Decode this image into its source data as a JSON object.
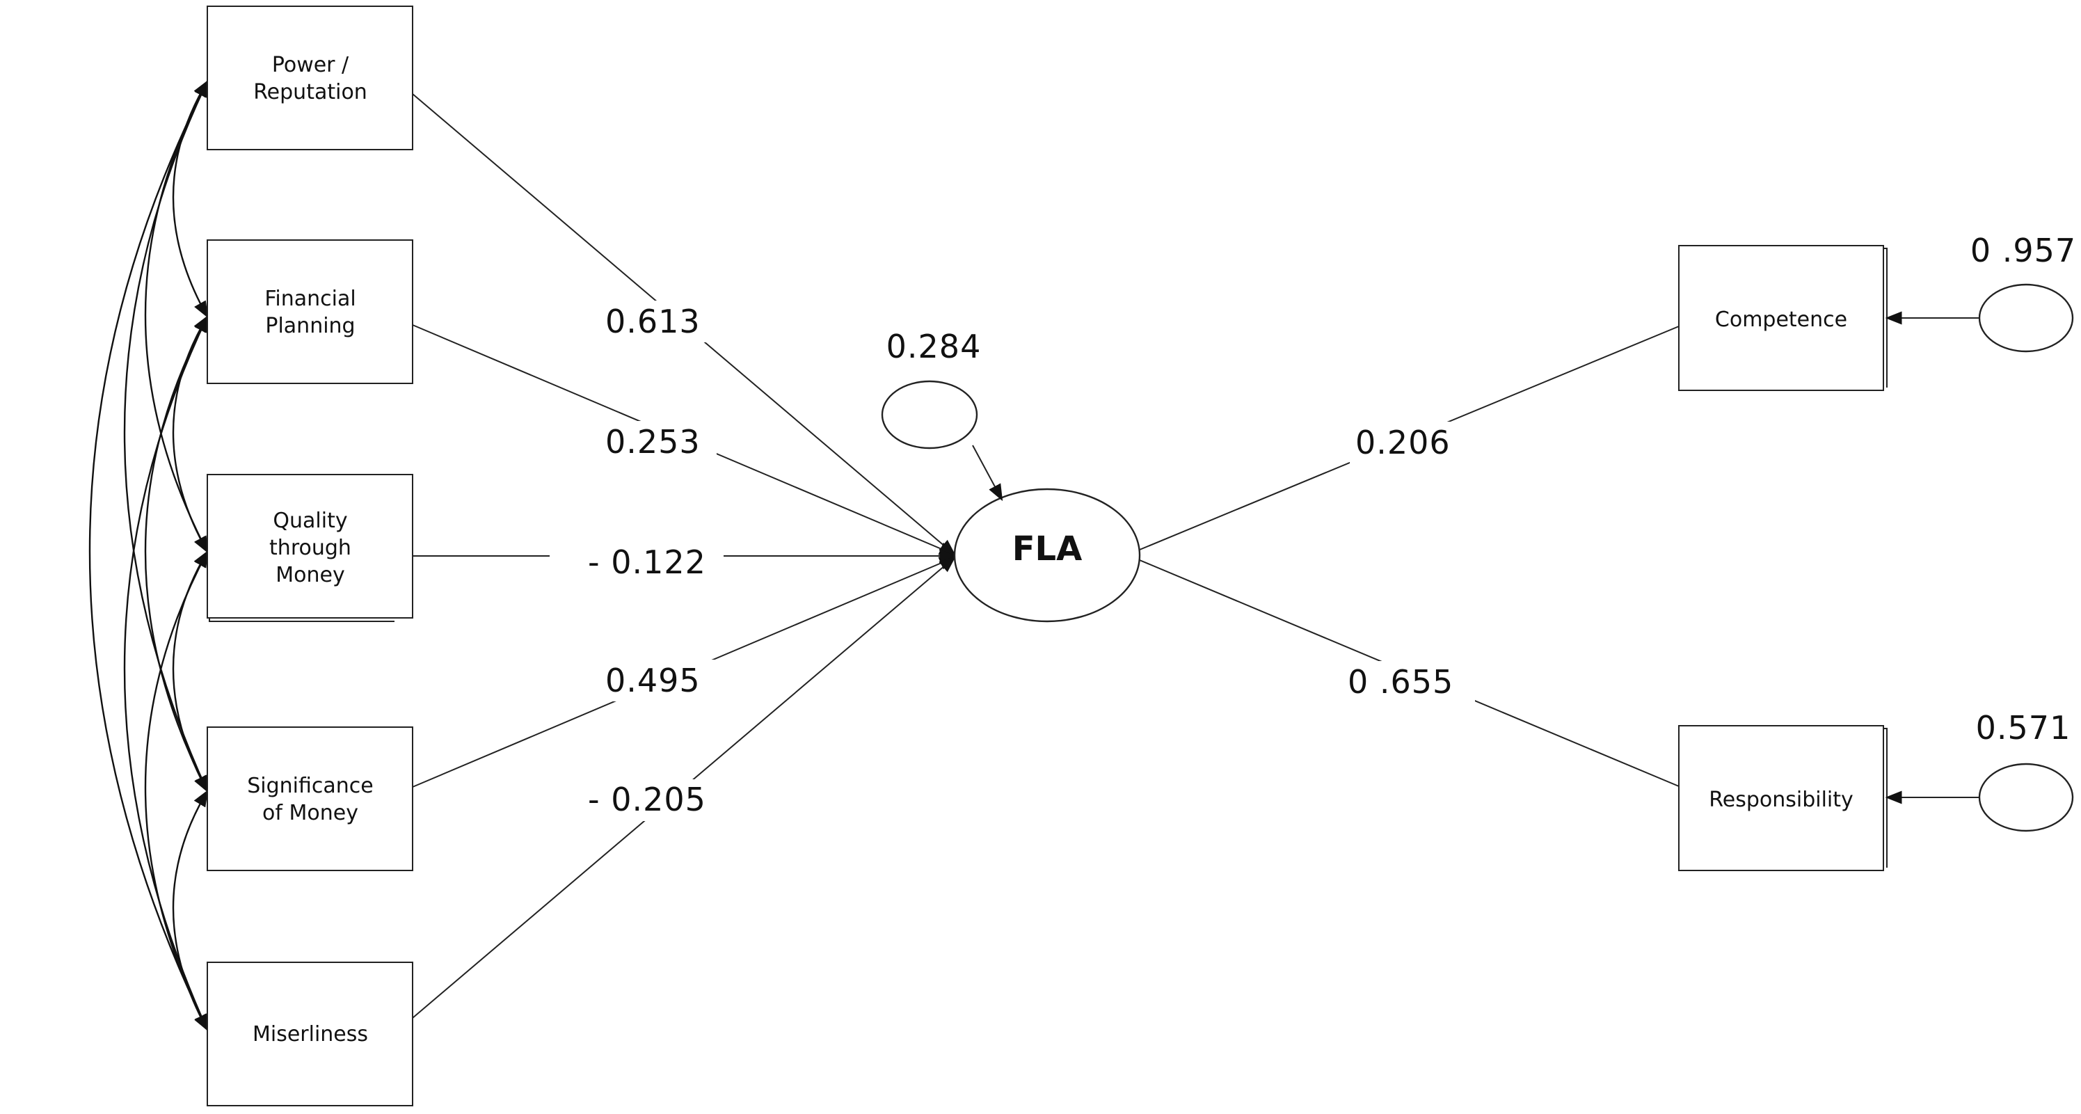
{
  "diagram": {
    "predictors": [
      {
        "id": "power",
        "lines": [
          "Power /",
          "Reputation"
        ]
      },
      {
        "id": "planning",
        "lines": [
          "Financial",
          "Planning"
        ]
      },
      {
        "id": "quality",
        "lines": [
          "Quality",
          "through",
          "Money"
        ]
      },
      {
        "id": "significance",
        "lines": [
          "Significance",
          "of Money"
        ]
      },
      {
        "id": "miserliness",
        "lines": [
          "Miserliness"
        ]
      }
    ],
    "latent": {
      "label": "FLA",
      "error_variance": "0.284"
    },
    "paths_in": [
      {
        "from": "power",
        "coef": "0.613"
      },
      {
        "from": "planning",
        "coef": "0.253"
      },
      {
        "from": "quality",
        "coef": "- 0.122"
      },
      {
        "from": "significance",
        "coef": "0.495"
      },
      {
        "from": "miserliness",
        "coef": "- 0.205"
      }
    ],
    "outcomes": [
      {
        "id": "competence",
        "label": "Competence",
        "coef": "0.206",
        "error": "0 .957"
      },
      {
        "id": "responsibility",
        "label": "Responsibility",
        "coef": "0 .655",
        "error": "0.571"
      }
    ]
  }
}
